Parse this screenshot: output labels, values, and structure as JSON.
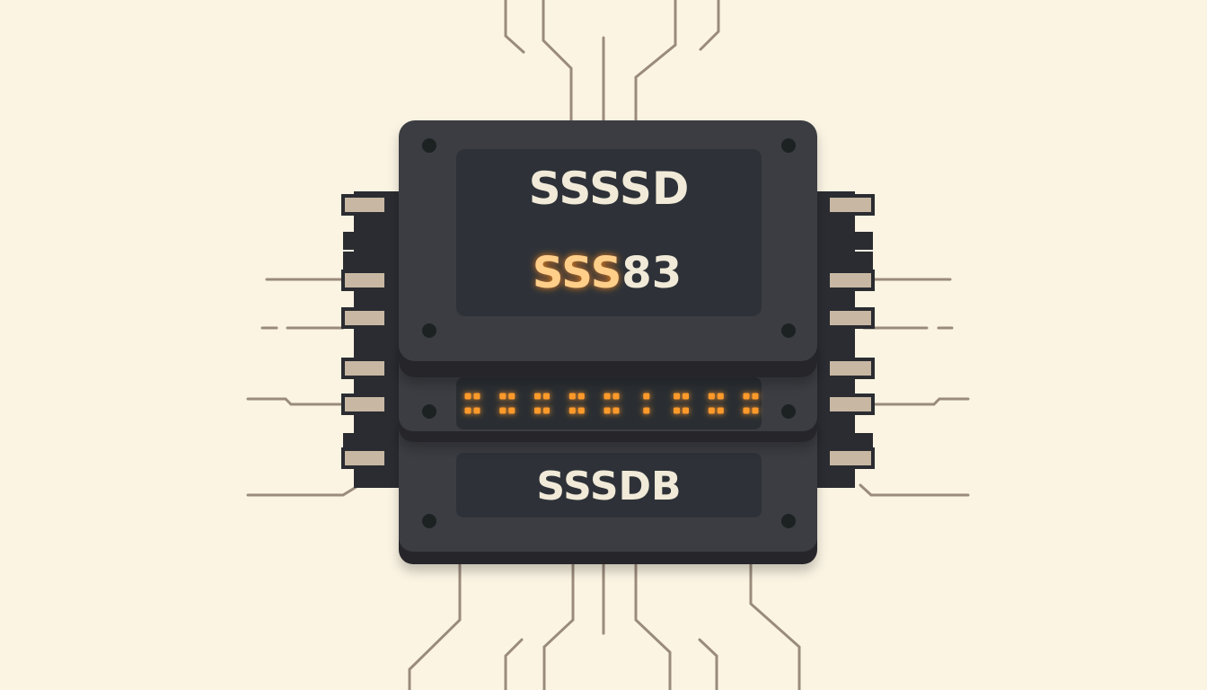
{
  "top_label": "SSSSD",
  "middle_label": {
    "glow_part": "SSS",
    "plain_part": "83"
  },
  "bottom_label": "SSSDB",
  "led_bar": {
    "groups": [
      "::",
      "::",
      "::",
      "::",
      "::",
      ":",
      "::",
      "::",
      "::"
    ]
  },
  "colors": {
    "background": "#fbf4e3",
    "chip_body": "#3a3d42",
    "chip_panel": "#2f3237",
    "pin": "#c8b8a3",
    "trace": "#9a8b7c",
    "led_glow": "#ff8a1a",
    "label_text": "#f1ead8"
  }
}
